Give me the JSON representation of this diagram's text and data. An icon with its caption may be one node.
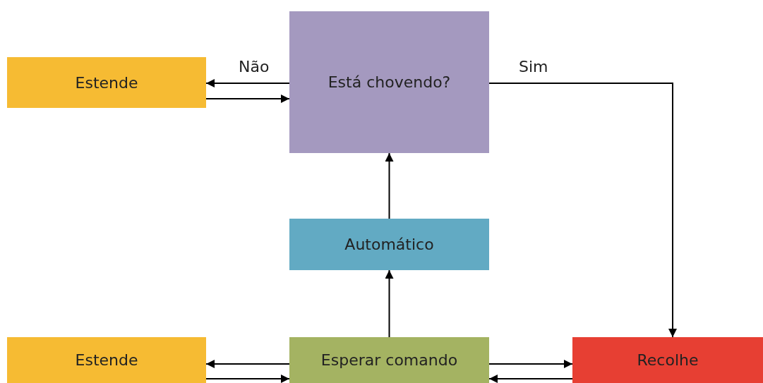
{
  "diagram": {
    "nodes": [
      {
        "text": [
          "Estende"
        ]
      },
      {
        "text": [
          "Está chovendo?"
        ]
      },
      {
        "text": [
          "Automático"
        ]
      },
      {
        "text": [
          "Estende"
        ]
      },
      {
        "text": [
          "Esperar comando"
        ]
      },
      {
        "text": [
          "Recolhe"
        ]
      }
    ],
    "edges": [
      {
        "from": 1,
        "to": 0,
        "arrow": "to",
        "label": "Não"
      },
      {
        "from": 0,
        "to": 1,
        "arrow": "to"
      },
      {
        "from": 1,
        "to": 5,
        "arrow": "to",
        "label": "Sim"
      },
      {
        "from": 2,
        "to": 1,
        "arrow": "to"
      },
      {
        "from": 4,
        "to": 2,
        "arrow": "to"
      },
      {
        "from": 4,
        "to": 3,
        "arrow": "to"
      },
      {
        "from": 3,
        "to": 4,
        "arrow": "to"
      },
      {
        "from": 4,
        "to": 5,
        "arrow": "to"
      },
      {
        "from": 5,
        "to": 4,
        "arrow": "to"
      }
    ]
  }
}
